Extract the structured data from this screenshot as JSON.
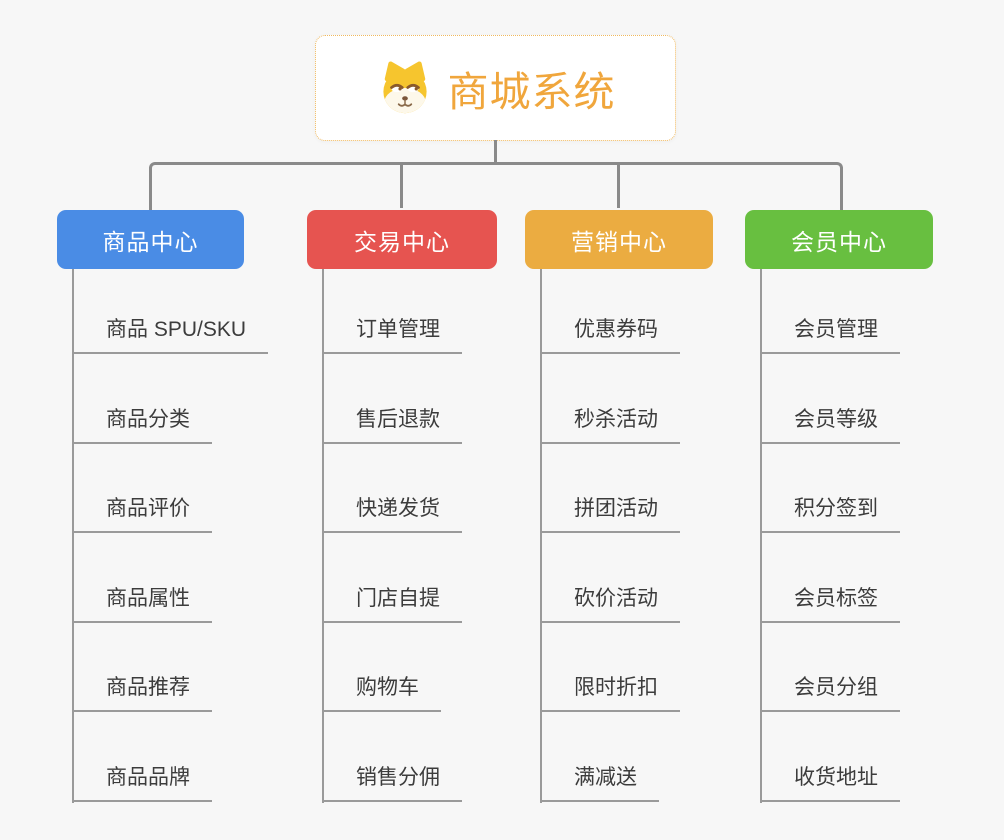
{
  "root": {
    "title": "商城系统",
    "icon": "dog-face-icon",
    "text_color": "#f0a63c",
    "border_color": "#f0b95f"
  },
  "connector_color": "#8a8a8a",
  "leaf_line_color": "#9a9a9a",
  "branches": [
    {
      "label": "商品中心",
      "color": "#4a8ce5",
      "items": [
        "商品 SPU/SKU",
        "商品分类",
        "商品评价",
        "商品属性",
        "商品推荐",
        "商品品牌"
      ]
    },
    {
      "label": "交易中心",
      "color": "#e65450",
      "items": [
        "订单管理",
        "售后退款",
        "快递发货",
        "门店自提",
        "购物车",
        "销售分佣"
      ]
    },
    {
      "label": "营销中心",
      "color": "#ebac41",
      "items": [
        "优惠券码",
        "秒杀活动",
        "拼团活动",
        "砍价活动",
        "限时折扣",
        "满减送"
      ]
    },
    {
      "label": "会员中心",
      "color": "#68bf40",
      "items": [
        "会员管理",
        "会员等级",
        "积分签到",
        "会员标签",
        "会员分组",
        "收货地址"
      ]
    }
  ]
}
